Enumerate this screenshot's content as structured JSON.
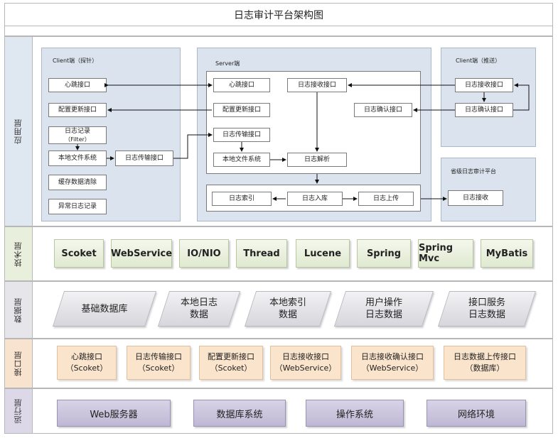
{
  "title": "日志审计平台架构图",
  "layers": {
    "app": "应用层",
    "tech": "技术层",
    "data": "数据层",
    "iface": "接口层",
    "run": "运行层"
  },
  "client_pull": {
    "title": "Client端（探针）",
    "heartbeat": "心跳接口",
    "config_update": "配置更新接口",
    "log_record_1": "日志记录",
    "log_record_2": "（Filter）",
    "local_fs": "本地文件系统",
    "log_transfer": "日志传输接口",
    "cache_clear": "缓存数据清除",
    "exception_log": "异常日志记录"
  },
  "server": {
    "title": "Server端",
    "heartbeat": "心跳接口",
    "config_update": "配置更新接口",
    "log_transfer": "日志传输接口",
    "local_fs": "本地文件系统",
    "log_receive": "日志接收接口",
    "log_confirm": "日志确认接口",
    "log_parse": "日志解析",
    "log_index": "日志索引",
    "log_store": "日志入库",
    "log_upload": "日志上传"
  },
  "client_push": {
    "title": "Client端（推送）",
    "log_receive": "日志接收接口",
    "log_confirm": "日志确认接口"
  },
  "province": {
    "title": "省级日志审计平台",
    "log_receive": "日志接收"
  },
  "tech": [
    "Scoket",
    "WebService",
    "IO/NIO",
    "Thread",
    "Lucene",
    "Spring",
    "Spring Mvc",
    "MyBatis"
  ],
  "data": [
    {
      "l1": "基础数据库",
      "l2": ""
    },
    {
      "l1": "本地日志",
      "l2": "数据"
    },
    {
      "l1": "本地索引",
      "l2": "数据"
    },
    {
      "l1": "用户操作",
      "l2": "日志数据"
    },
    {
      "l1": "接口服务",
      "l2": "日志数据"
    }
  ],
  "iface": [
    {
      "l1": "心跳接口",
      "l2": "（Scoket）"
    },
    {
      "l1": "日志传输接口",
      "l2": "（Scoket）"
    },
    {
      "l1": "配置更新接口",
      "l2": "（Scoket）"
    },
    {
      "l1": "日志接收接口",
      "l2": "（WebService）"
    },
    {
      "l1": "日志接收确认接口",
      "l2": "（WebService）"
    },
    {
      "l1": "日志数据上传接口",
      "l2": "（数据库）"
    }
  ],
  "run": [
    "Web服务器",
    "数据库系统",
    "操作系统",
    "网络环境"
  ]
}
